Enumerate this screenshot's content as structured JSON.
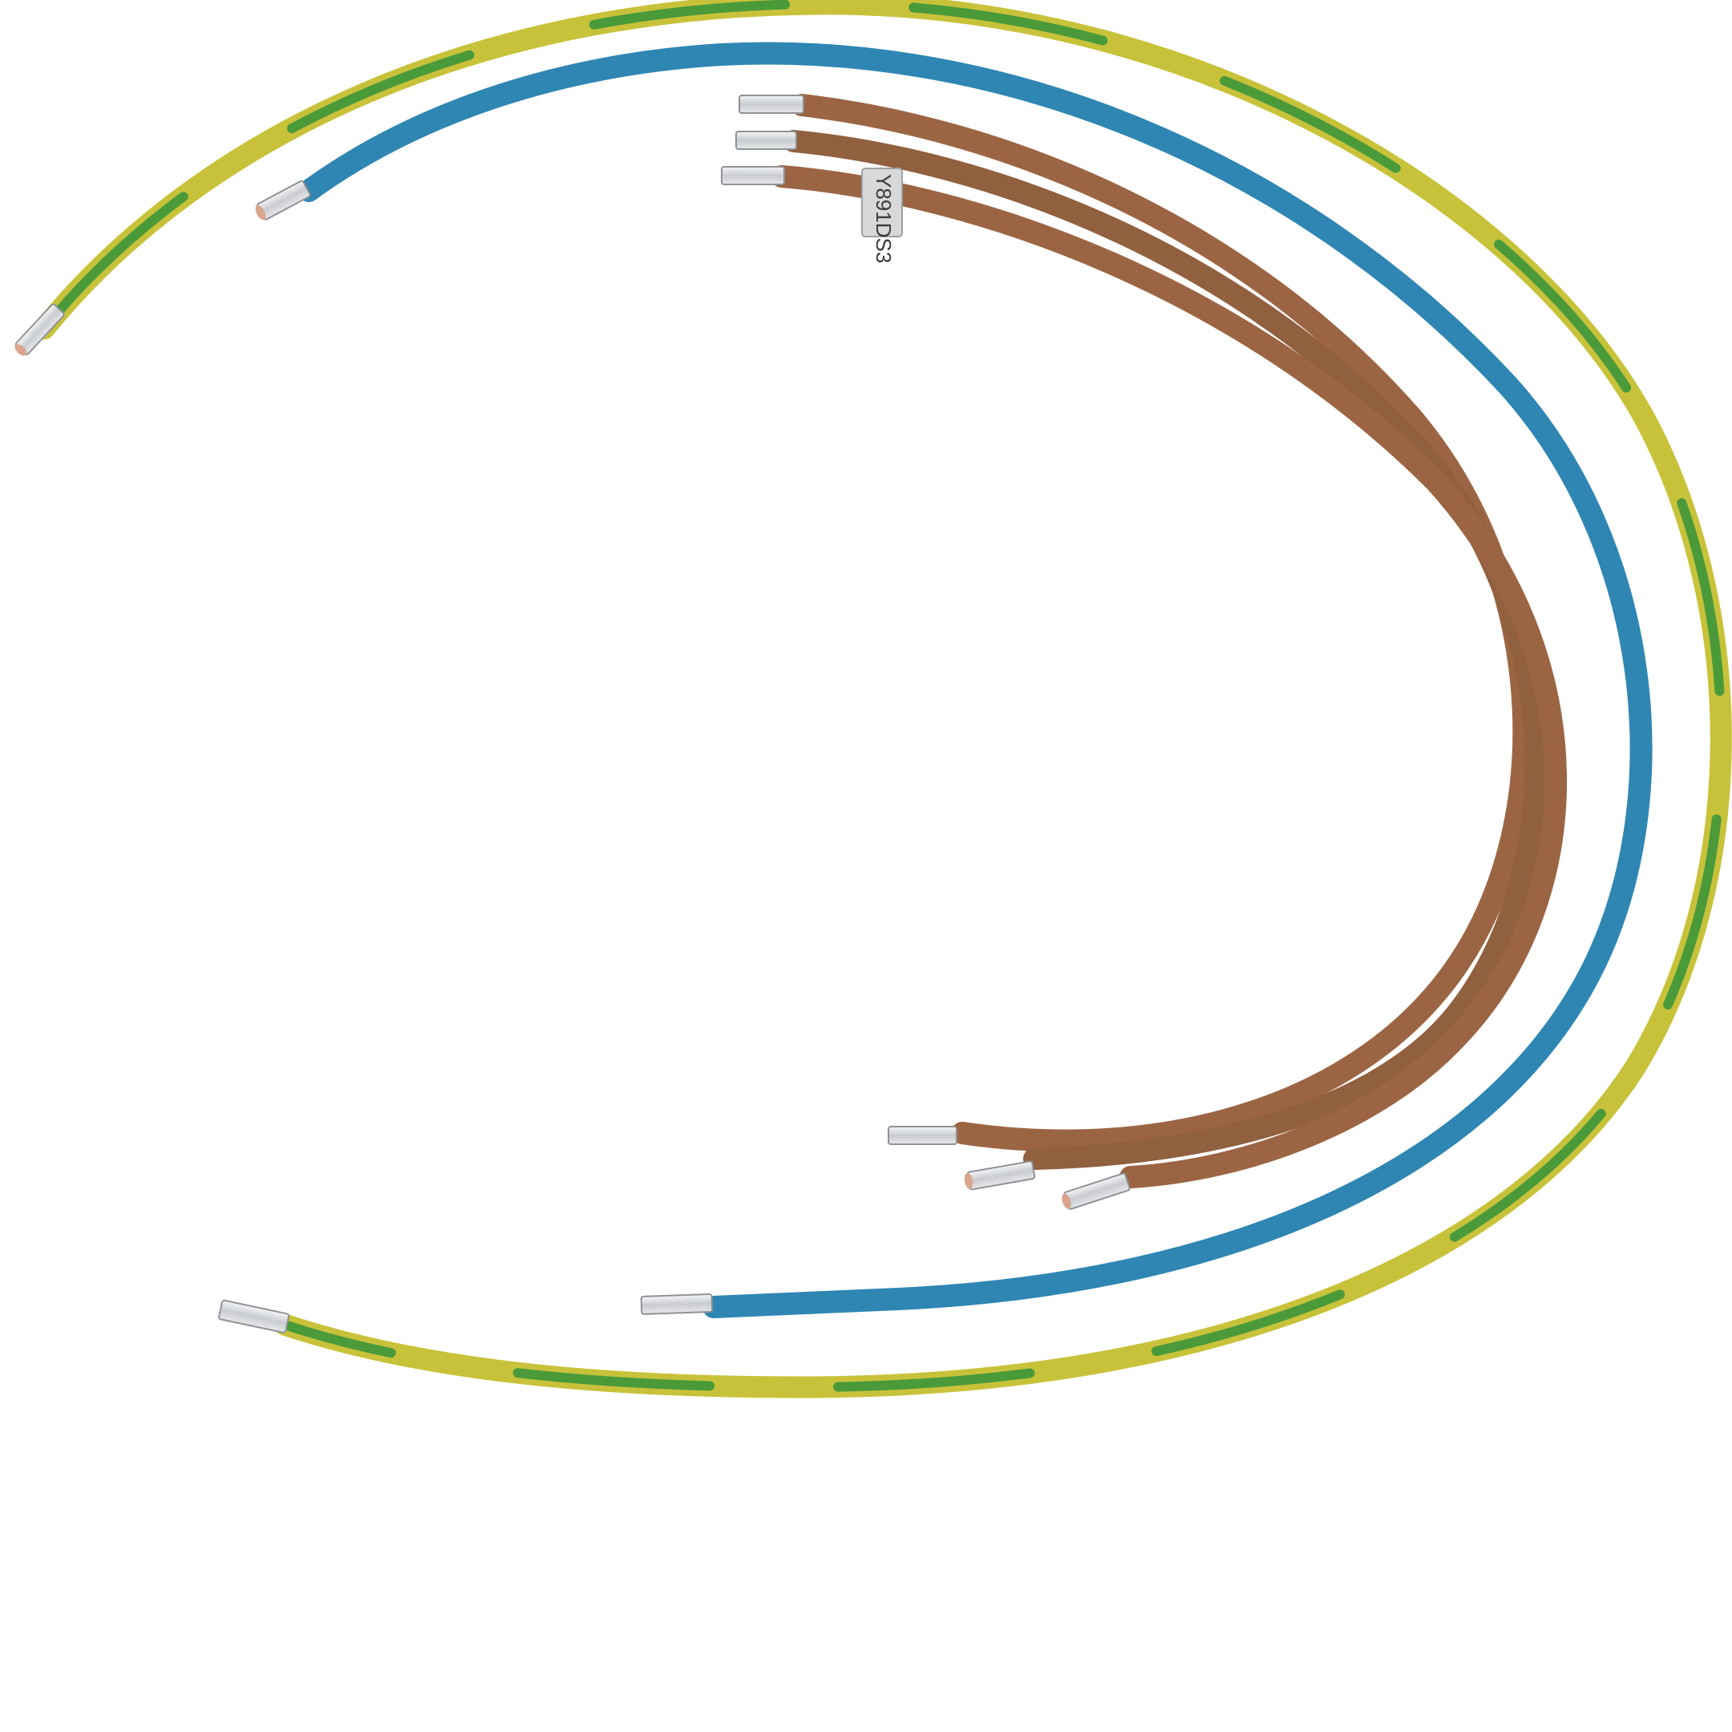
{
  "image": {
    "subject": "wire-set-with-ferrules",
    "background_color": "#ffffff"
  },
  "colors": {
    "green_yellow_green": "#4a9a3a",
    "green_yellow_yellow": "#c8c23a",
    "blue": "#2f86b2",
    "brown": "#9b6543",
    "metal": "#d9dcdf"
  },
  "wire_tag": {
    "text": "Y891DS3"
  },
  "wires": [
    {
      "name": "earth-wire",
      "color": "green/yellow"
    },
    {
      "name": "neutral-wire",
      "color": "blue"
    },
    {
      "name": "phase-wire-1",
      "color": "brown"
    },
    {
      "name": "phase-wire-2",
      "color": "brown"
    },
    {
      "name": "phase-wire-3",
      "color": "brown"
    }
  ]
}
